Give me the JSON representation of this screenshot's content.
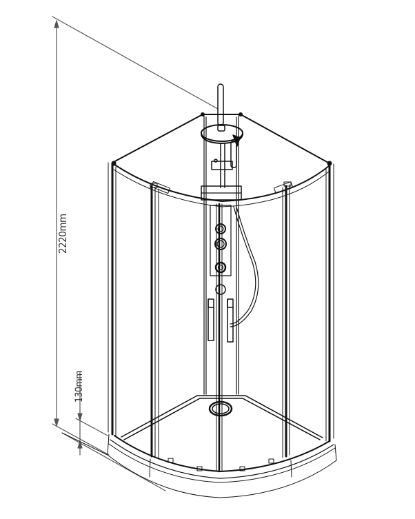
{
  "diagram": {
    "subject": "Quadrant shower enclosure with shower column (isometric line drawing)",
    "dimensions": {
      "total_height": {
        "label": "2220mm",
        "value": 2220,
        "unit": "mm"
      },
      "tray_height": {
        "label": "130mm",
        "value": 130,
        "unit": "mm"
      }
    },
    "colors": {
      "line": "#111111",
      "dimension_line": "#555555",
      "background": "#ffffff"
    }
  }
}
